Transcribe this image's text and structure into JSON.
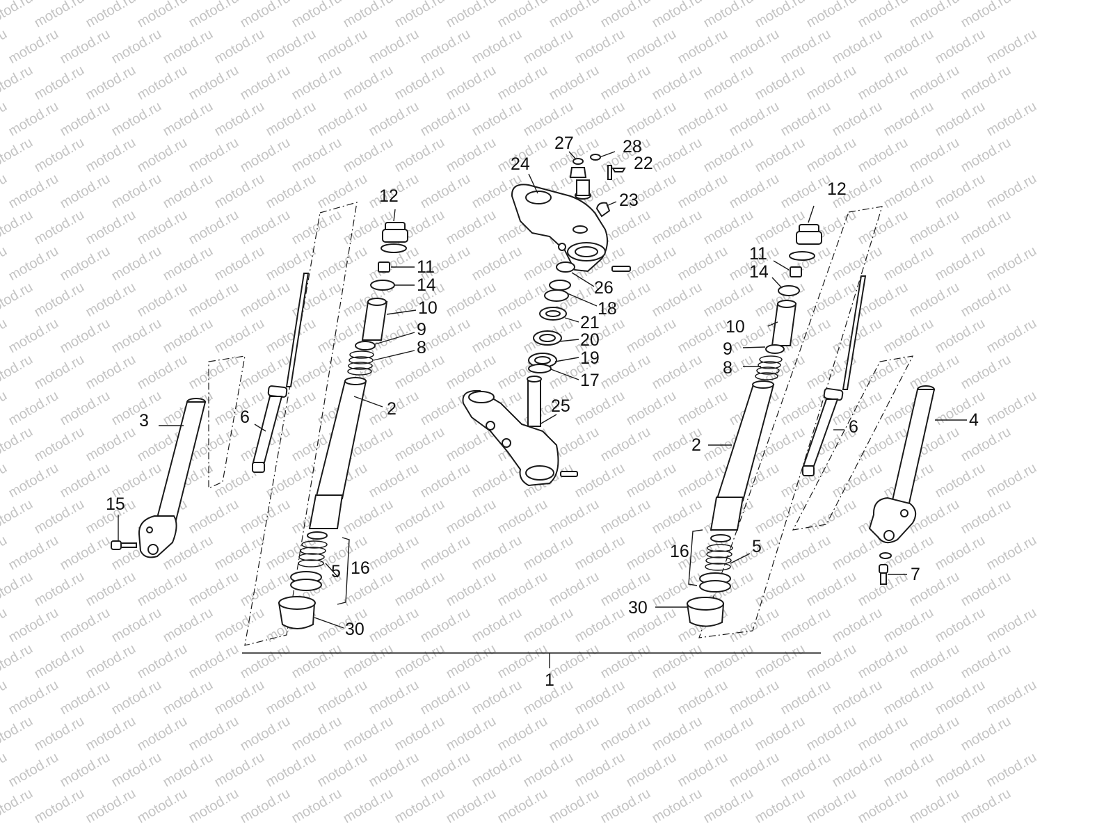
{
  "watermark": {
    "text": "motod.ru",
    "color": "#c4c4c4"
  },
  "ink_color": "#1a1a1a",
  "callouts": {
    "p1": "1",
    "p2_left": "2",
    "p2_right": "2",
    "p3": "3",
    "p4": "4",
    "p5_left": "5",
    "p5_right": "5",
    "p6_left": "6",
    "p6_right": "6",
    "p7": "7",
    "p8_left": "8",
    "p8_right": "8",
    "p9_left": "9",
    "p9_right": "9",
    "p10_left": "10",
    "p10_right": "10",
    "p11_left": "11",
    "p11_right": "11",
    "p12_left": "12",
    "p12_right": "12",
    "p14_left": "14",
    "p14_right": "14",
    "p15": "15",
    "p16_left": "16",
    "p16_right": "16",
    "p17": "17",
    "p18": "18",
    "p19": "19",
    "p20": "20",
    "p21": "21",
    "p22": "22",
    "p23": "23",
    "p24": "24",
    "p25": "25",
    "p26": "26",
    "p27": "27",
    "p28": "28",
    "p30_left": "30",
    "p30_right": "30"
  }
}
